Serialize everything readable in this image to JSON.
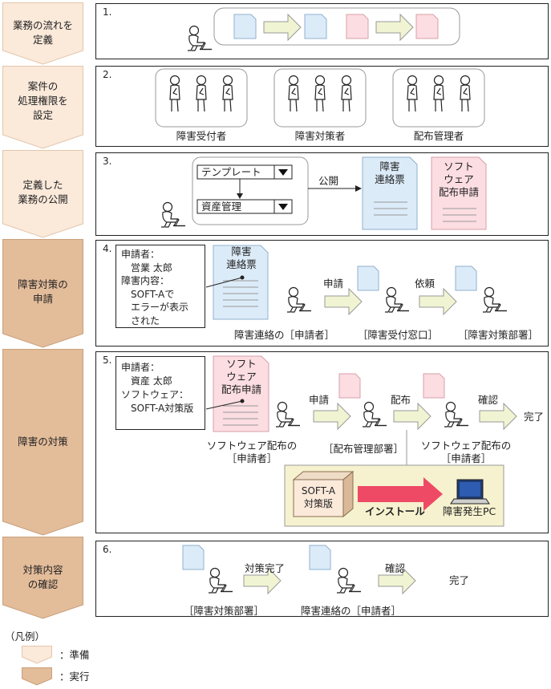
{
  "colors": {
    "prep": "#FBE9DA",
    "exec": "#E3BC9A",
    "doc_blue": "#DCEBF8",
    "doc_pink": "#FBDDE2",
    "arrow": "#F1F4D2",
    "pc_box": "#F6F2CF",
    "red_arrow": "#EE4A66"
  },
  "steps": [
    {
      "label": "業務の流れを\n定義",
      "kind": "prep"
    },
    {
      "label": "案件の\n処理権限を\n設定",
      "kind": "prep"
    },
    {
      "label": "定義した\n業務の公開",
      "kind": "prep"
    },
    {
      "label": "障害対策の\n申請",
      "kind": "exec"
    },
    {
      "label": "障害の対策",
      "kind": "exec"
    },
    {
      "label": "対策内容\nの確認",
      "kind": "exec"
    }
  ],
  "panel1": {
    "num": "1."
  },
  "panel2": {
    "num": "2.",
    "groups": [
      "障害受付者",
      "障害対策者",
      "配布管理者"
    ]
  },
  "panel3": {
    "num": "3.",
    "item1": "テンプレート",
    "item2": "資産管理",
    "publish": "公開",
    "doc1": "障害\n連絡票",
    "doc2": "ソフト\nウェア\n配布申請"
  },
  "panel4": {
    "num": "4.",
    "note": "申請者：\n　営業 太郎\n障害内容：\n　SOFT-Aで\n　エラーが表示\n　された",
    "doc": "障害\n連絡票",
    "arrow1": "申請",
    "arrow2": "依頼",
    "role1": "障害連絡の［申請者］",
    "role2": "［障害受付窓口］",
    "role3": "［障害対策部署］"
  },
  "panel5": {
    "num": "5.",
    "note": "申請者：\n　資産 太郎\nソフトウェア：\n　SOFT-A対策版",
    "doc": "ソフト\nウェア\n配布申請",
    "arrow1": "申請",
    "arrow2": "配布",
    "arrow3": "確認",
    "done": "完了",
    "role1": "ソフトウェア配布の\n［申請者］",
    "role2": "［配布管理部署］",
    "role3": "ソフトウェア配布の\n［申請者］",
    "box": "SOFT-A\n対策版",
    "install": "インストール",
    "pc": "障害発生PC"
  },
  "panel6": {
    "num": "6.",
    "arrow1": "対策完了",
    "arrow2": "確認",
    "done": "完了",
    "role1": "［障害対策部署］",
    "role2": "障害連絡の［申請者］"
  },
  "legend": {
    "title": "（凡例）",
    "prep": "：準備",
    "exec": "：実行"
  }
}
